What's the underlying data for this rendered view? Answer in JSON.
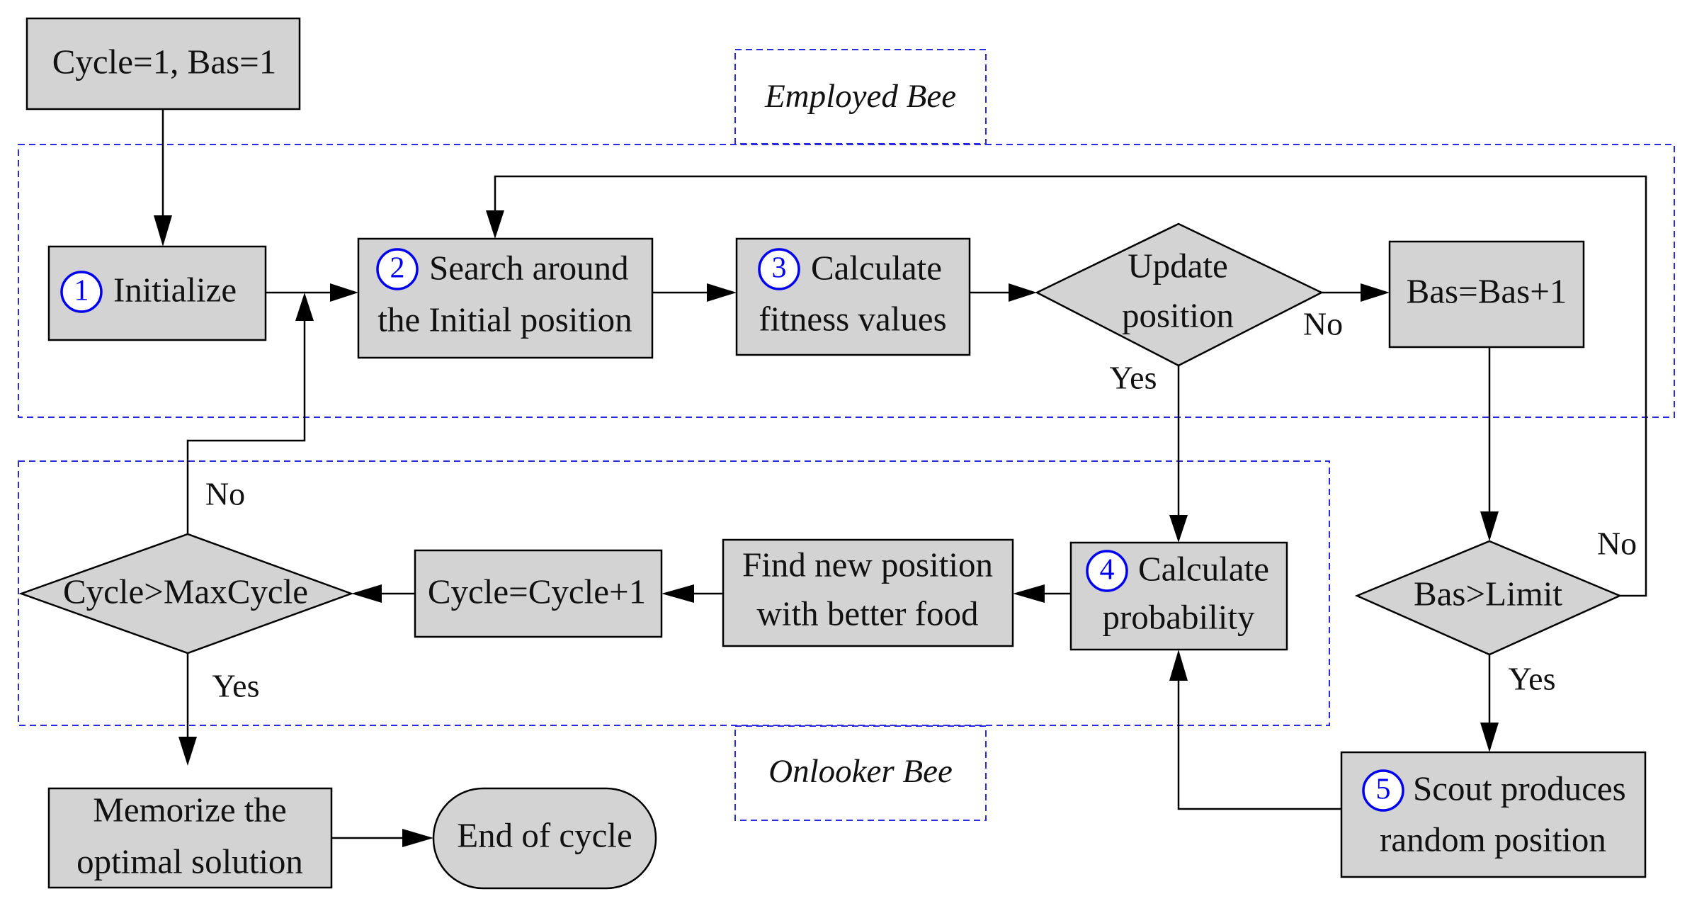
{
  "frames": {
    "employed_label": "Employed Bee",
    "onlooker_label": "Onlooker Bee"
  },
  "nodes": {
    "start": {
      "line1": "Cycle=1, Bas=1"
    },
    "initialize": {
      "badge": "1",
      "line1": "Initialize"
    },
    "search": {
      "badge": "2",
      "line1": "Search around",
      "line2": "the Initial position"
    },
    "fitness": {
      "badge": "3",
      "line1": "Calculate",
      "line2": "fitness values"
    },
    "update": {
      "line1": "Update",
      "line2": "position"
    },
    "bas_inc": {
      "line1": "Bas=Bas+1"
    },
    "bas_limit": {
      "line1": "Bas>Limit"
    },
    "probability": {
      "badge": "4",
      "line1": "Calculate",
      "line2": "probability"
    },
    "find_new": {
      "line1": "Find new position",
      "line2": "with better food"
    },
    "cycle_inc": {
      "line1": "Cycle=Cycle+1"
    },
    "cycle_max": {
      "line1": "Cycle>MaxCycle"
    },
    "memorize": {
      "line1": "Memorize  the",
      "line2": "optimal solution"
    },
    "end": {
      "line1": "End of cycle"
    },
    "scout": {
      "badge": "5",
      "line1": "Scout produces",
      "line2": "random position"
    }
  },
  "edge_labels": {
    "update_no": "No",
    "update_yes": "Yes",
    "limit_no": "No",
    "limit_yes": "Yes",
    "cycle_no": "No",
    "cycle_yes": "Yes"
  }
}
